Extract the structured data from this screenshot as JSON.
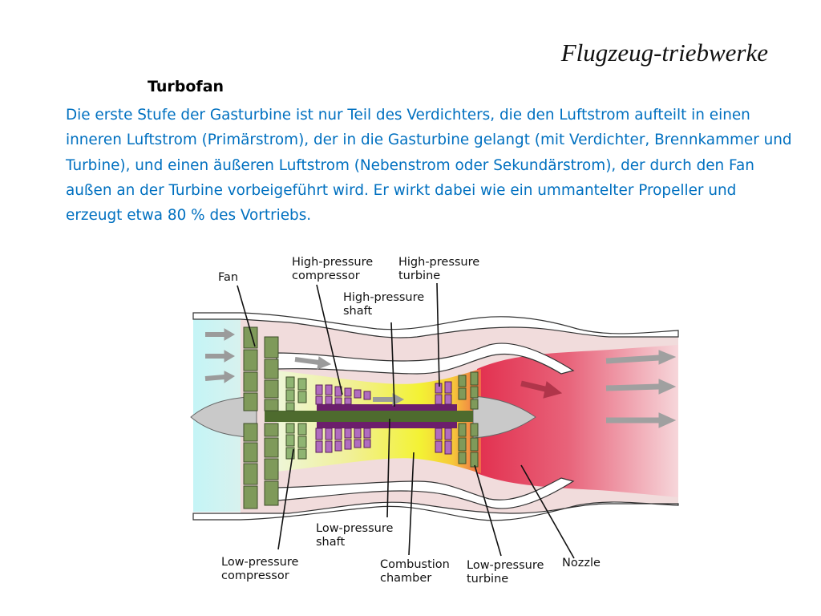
{
  "slide": {
    "title": "Flugzeug-triebwerke",
    "heading": "Turbofan",
    "body": "Die erste Stufe der Gasturbine ist nur Teil des Verdichters, die den Luftstrom aufteilt in einen inneren Luftstrom (Primärstrom), der in die Gasturbine gelangt (mit Verdichter, Brennkammer und Turbine), und einen äußeren Luftstrom (Nebenstrom oder Sekundärstrom), der durch den Fan außen an der Turbine vorbeigeführt wird. Er wirkt dabei wie ein ummantelter Propeller und erzeugt etwa 80 % des Vortriebs."
  },
  "diagram": {
    "labels": {
      "fan": "Fan",
      "hpc_line1": "High-pressure",
      "hpc_line2": "compressor",
      "hpt_line1": "High-pressure",
      "hpt_line2": "turbine",
      "hps_line1": "High-pressure",
      "hps_line2": "shaft",
      "lps_line1": "Low-pressure",
      "lps_line2": "shaft",
      "lpc_line1": "Low-pressure",
      "lpc_line2": "compressor",
      "comb_line1": "Combustion",
      "comb_line2": "chamber",
      "lpt_line1": "Low-pressure",
      "lpt_line2": "turbine",
      "nozzle": "Nozzle"
    },
    "colors": {
      "intake": "#c2f2f4",
      "bypass": "#f1dcdc",
      "casing": "#ffffff",
      "fan_blades": "#7f9a5a",
      "lpc_blades": "#8fb472",
      "hpc_blades": "#b06cbf",
      "hp_shaft": "#6c1e6c",
      "lp_shaft": "#4e6b2e",
      "combustion": "#f3f234",
      "exhaust": "#e43b5a",
      "nose_cone": "#c9c9c9",
      "flow_arrows": "#9b9b9b",
      "hot_arrows": "#b0354a"
    }
  }
}
